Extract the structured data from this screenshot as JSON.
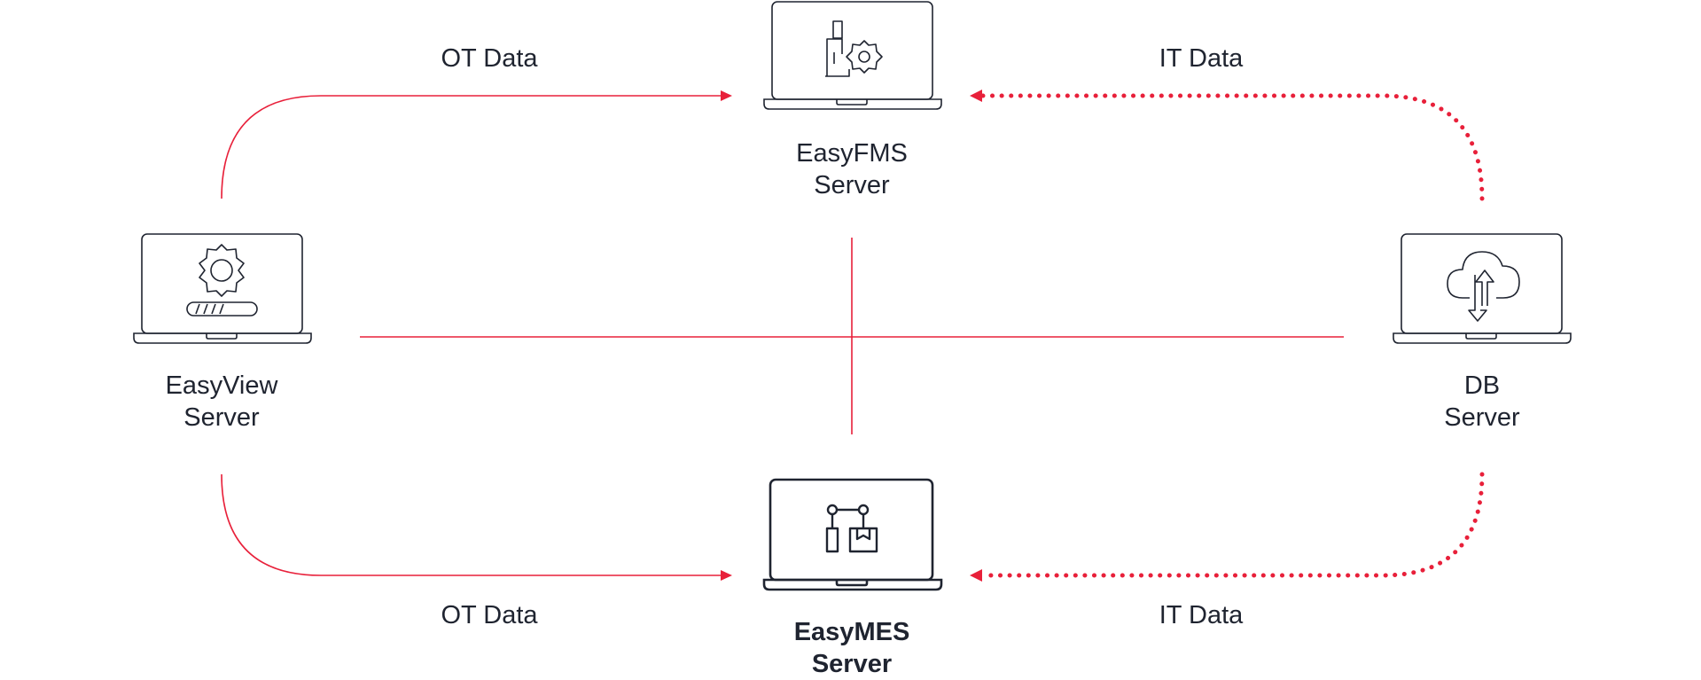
{
  "colors": {
    "accent": "#e8203a",
    "ink": "#1f2430"
  },
  "nodes": {
    "easyfms": {
      "line1": "EasyFMS",
      "line2": "Server",
      "icon": "factory-gear-icon",
      "emphasized": false
    },
    "easyview": {
      "line1": "EasyView",
      "line2": "Server",
      "icon": "gear-progress-icon",
      "emphasized": false
    },
    "db": {
      "line1": "DB",
      "line2": "Server",
      "icon": "cloud-sync-icon",
      "emphasized": false
    },
    "easymes": {
      "line1": "EasyMES",
      "line2": "Server",
      "icon": "workflow-package-icon",
      "emphasized": true
    }
  },
  "edges": {
    "ot_top": {
      "label": "OT Data",
      "style": "solid"
    },
    "it_top": {
      "label": "IT Data",
      "style": "dotted"
    },
    "ot_bottom": {
      "label": "OT Data",
      "style": "solid"
    },
    "it_bottom": {
      "label": "IT Data",
      "style": "dotted"
    }
  }
}
